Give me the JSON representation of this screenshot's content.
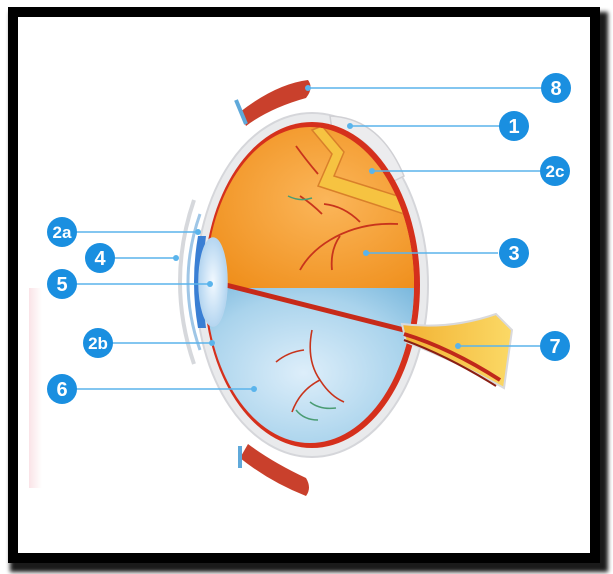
{
  "labels": {
    "n8": "8",
    "n1": "1",
    "n2c": "2c",
    "n3": "3",
    "n7": "7",
    "n2a": "2a",
    "n4": "4",
    "n5": "5",
    "n2b": "2b",
    "n6": "6"
  },
  "colors": {
    "badge": "#1a8fe0",
    "leader_line": "#5ab4ec",
    "vitreous_top": "#f39a1e",
    "vitreous_bottom": "#8cc7e6",
    "sclera": "#e8e8ea",
    "choroid": "#d7321f",
    "optic_nerve": "#f5c842",
    "lens": "#cfe8fb"
  }
}
